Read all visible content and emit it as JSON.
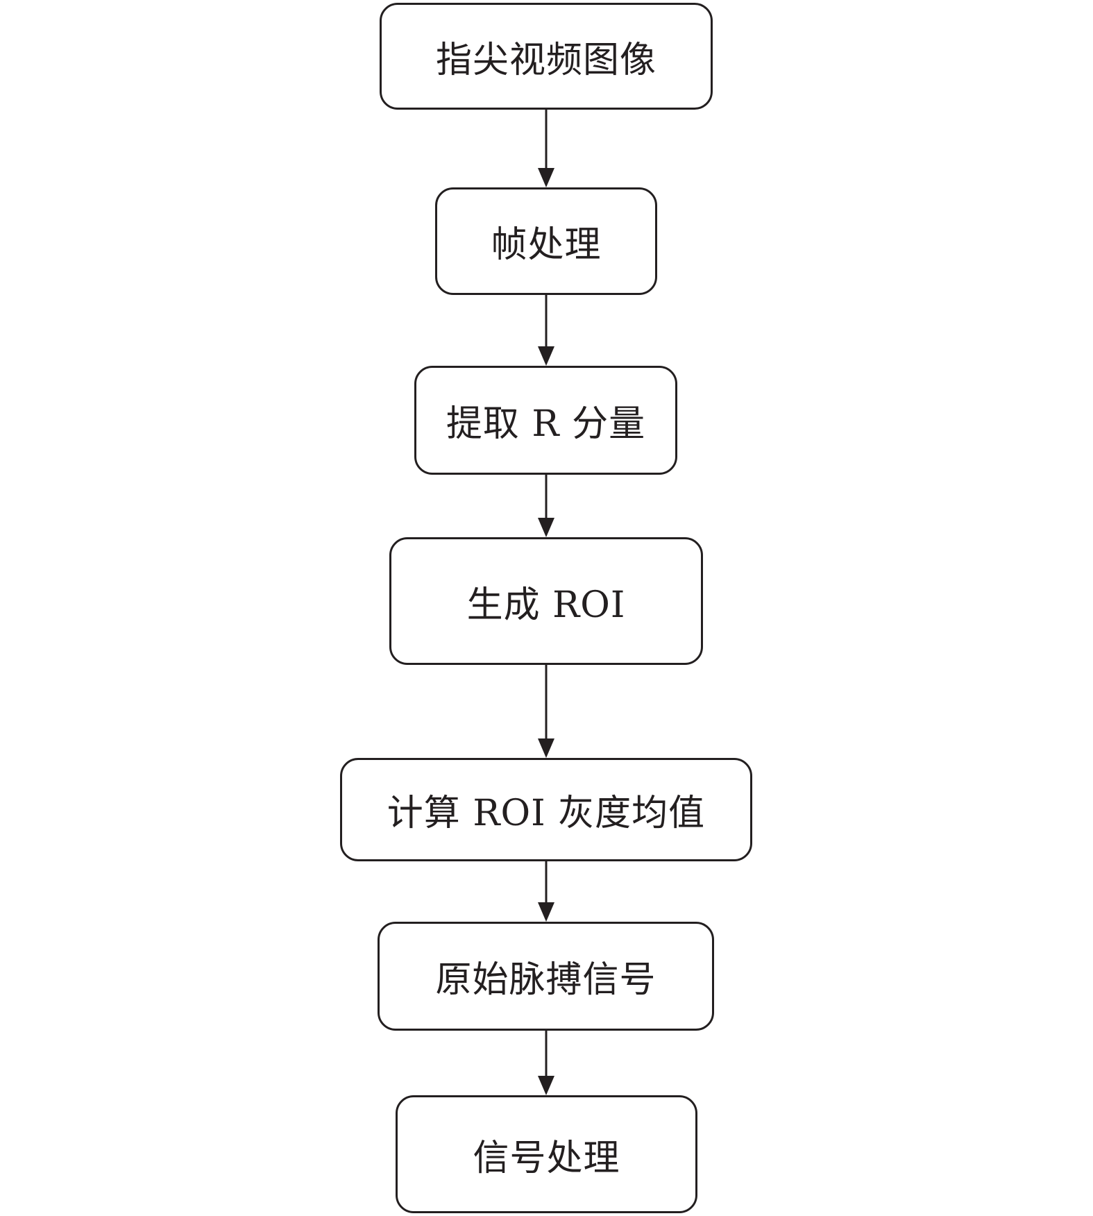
{
  "flowchart": {
    "steps": [
      {
        "id": "step1",
        "label": "指尖视频图像"
      },
      {
        "id": "step2",
        "label": "帧处理"
      },
      {
        "id": "step3",
        "label": "提取 R 分量"
      },
      {
        "id": "step4",
        "label": "生成 ROI"
      },
      {
        "id": "step5",
        "label": "计算 ROI 灰度均值"
      },
      {
        "id": "step6",
        "label": "原始脉搏信号"
      },
      {
        "id": "step7",
        "label": "信号处理"
      }
    ],
    "edges": [
      {
        "from": "step1",
        "to": "step2"
      },
      {
        "from": "step2",
        "to": "step3"
      },
      {
        "from": "step3",
        "to": "step4"
      },
      {
        "from": "step4",
        "to": "step5"
      },
      {
        "from": "step5",
        "to": "step6"
      },
      {
        "from": "step6",
        "to": "step7"
      }
    ],
    "colors": {
      "stroke": "#231f20",
      "fill": "#ffffff",
      "text": "#231f20"
    }
  }
}
